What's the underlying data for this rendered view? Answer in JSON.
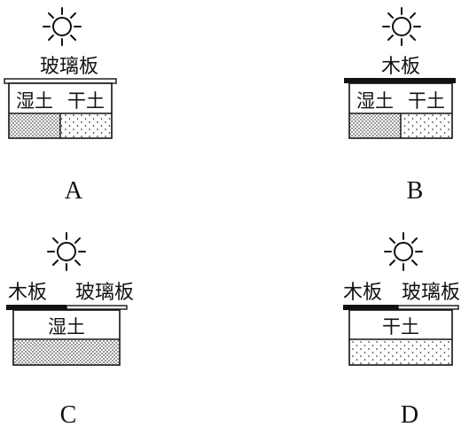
{
  "setups": [
    {
      "id": "A",
      "caption": "A",
      "cover_labels": [
        "玻璃板"
      ],
      "soil_labels": [
        "湿土",
        "干土"
      ],
      "cover_materials": [
        "glass"
      ],
      "soil_types": [
        "wet",
        "dry"
      ]
    },
    {
      "id": "B",
      "caption": "B",
      "cover_labels": [
        "木板"
      ],
      "soil_labels": [
        "湿土",
        "干土"
      ],
      "cover_materials": [
        "wood"
      ],
      "soil_types": [
        "wet",
        "dry"
      ]
    },
    {
      "id": "C",
      "caption": "C",
      "cover_labels": [
        "木板",
        "玻璃板"
      ],
      "soil_labels": [
        "湿土"
      ],
      "cover_materials": [
        "wood",
        "glass"
      ],
      "soil_types": [
        "wet"
      ]
    },
    {
      "id": "D",
      "caption": "D",
      "cover_labels": [
        "木板",
        "玻璃板"
      ],
      "soil_labels": [
        "干土"
      ],
      "cover_materials": [
        "wood",
        "glass"
      ],
      "soil_types": [
        "dry"
      ]
    }
  ],
  "icons": {
    "sun": "sun-icon"
  },
  "colors": {
    "ink": "#111111",
    "background": "#ffffff"
  }
}
